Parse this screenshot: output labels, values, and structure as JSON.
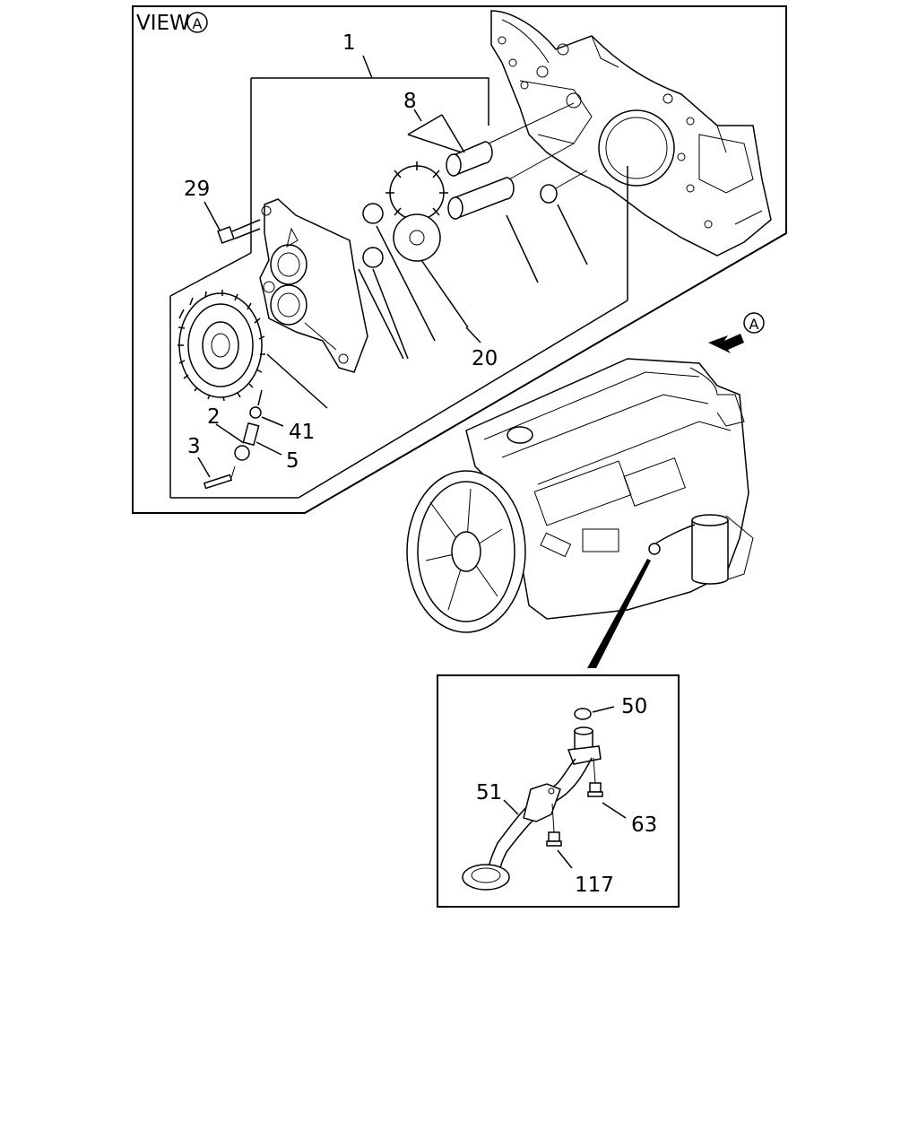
{
  "view_label": "VIEW",
  "view_marker": "A",
  "arrow_marker": "A",
  "callouts": {
    "c1": "1",
    "c8": "8",
    "c29": "29",
    "c20": "20",
    "c41": "41",
    "c2": "2",
    "c3": "3",
    "c5": "5",
    "c50": "50",
    "c51": "51",
    "c63": "63",
    "c117": "117"
  }
}
